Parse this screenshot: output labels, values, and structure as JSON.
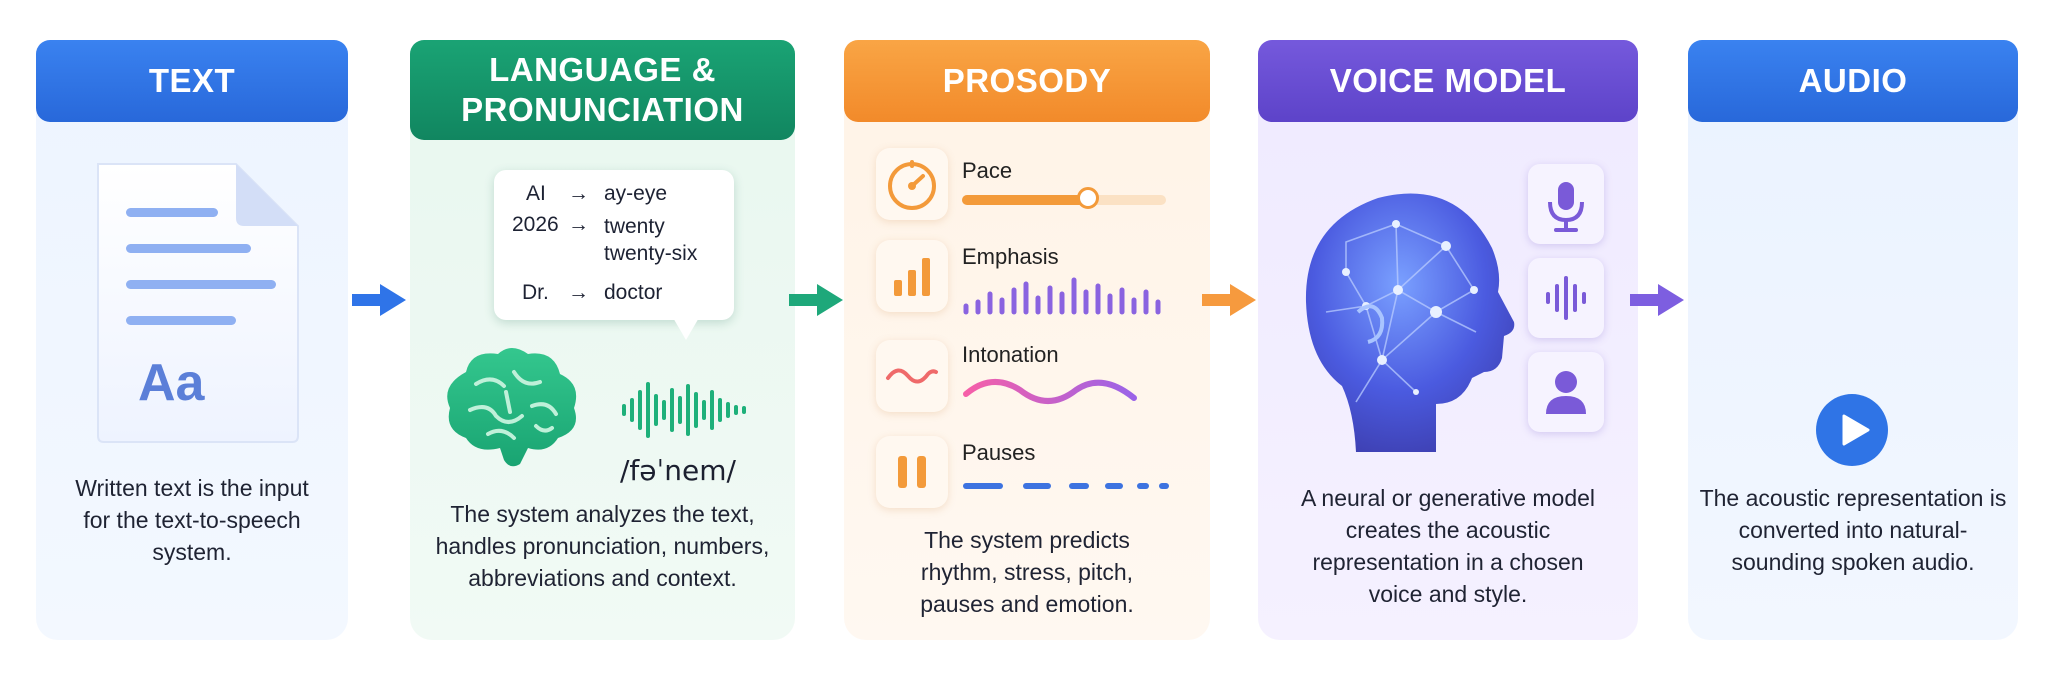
{
  "colors": {
    "text_header": "#2e6fe0",
    "language_header": "#179b6e",
    "prosody_header": "#f69533",
    "voice_header": "#6a4ed3",
    "audio_header": "#2f76e6"
  },
  "stages": [
    {
      "id": "text",
      "title": "TEXT",
      "description": "Written text is the input for the text-to-speech system.",
      "icon": "document-icon",
      "icon_text": "Aa"
    },
    {
      "id": "language",
      "title": "LANGUAGE & PRONUNCIATION",
      "description": "The system analyzes the text, handles pronunciation, numbers, abbreviations and context.",
      "normalization": [
        {
          "source": "AI",
          "target": "ay-eye"
        },
        {
          "source": "2026",
          "target": "twenty twenty-six"
        },
        {
          "source": "Dr.",
          "target": "doctor"
        }
      ],
      "phoneme": "/fəˈnem/"
    },
    {
      "id": "prosody",
      "title": "PROSODY",
      "description": "The system predicts rhythm, stress, pitch, pauses and emotion.",
      "features": [
        {
          "label": "Pace",
          "icon": "speedometer-icon"
        },
        {
          "label": "Emphasis",
          "icon": "bar-chart-icon"
        },
        {
          "label": "Intonation",
          "icon": "wave-line-icon"
        },
        {
          "label": "Pauses",
          "icon": "pause-icon"
        }
      ],
      "pace_level": 0.62
    },
    {
      "id": "voice",
      "title": "VOICE MODEL",
      "description": "A neural or generative model creates the acoustic representation in a chosen voice and style.",
      "side_icons": [
        "microphone-icon",
        "soundwave-icon",
        "person-icon"
      ]
    },
    {
      "id": "audio",
      "title": "AUDIO",
      "description": "The acoustic representation is converted into natural-sounding spoken audio.",
      "icon": "play-icon"
    }
  ]
}
